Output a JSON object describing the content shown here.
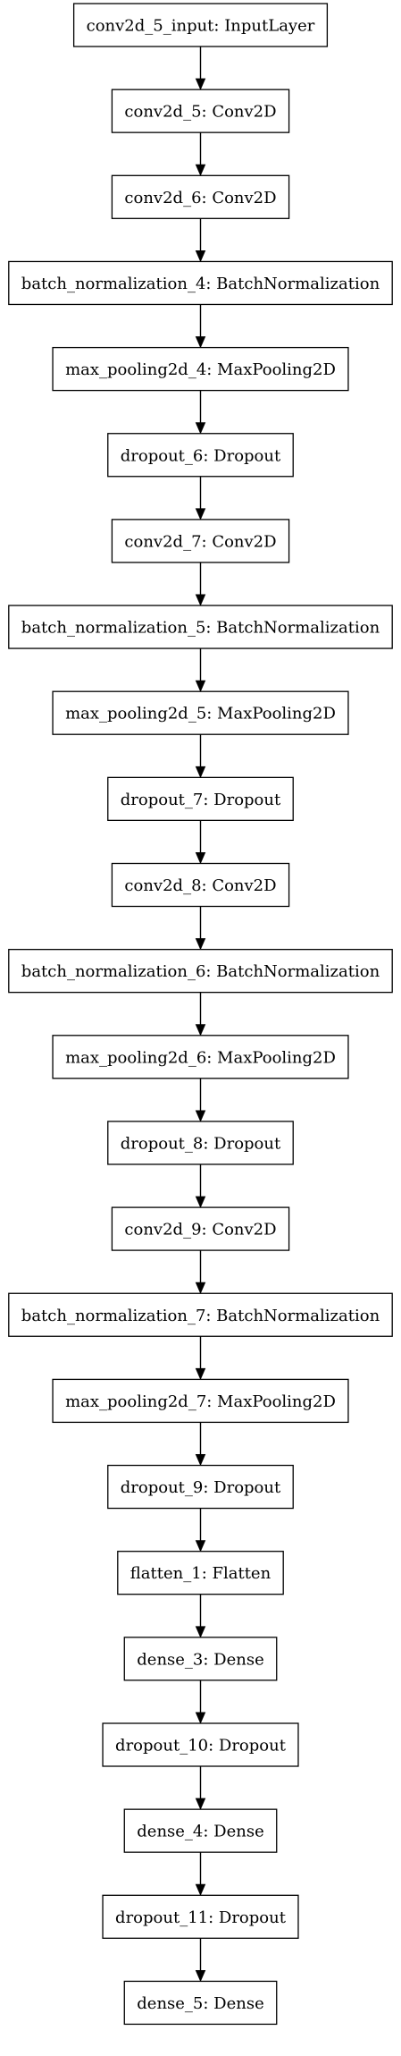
{
  "diagram": {
    "type": "flowchart",
    "direction": "top-to-bottom",
    "nodes": [
      {
        "id": "conv2d_5_input",
        "label": "conv2d_5_input: InputLayer"
      },
      {
        "id": "conv2d_5",
        "label": "conv2d_5: Conv2D"
      },
      {
        "id": "conv2d_6",
        "label": "conv2d_6: Conv2D"
      },
      {
        "id": "batch_normalization_4",
        "label": "batch_normalization_4: BatchNormalization"
      },
      {
        "id": "max_pooling2d_4",
        "label": "max_pooling2d_4: MaxPooling2D"
      },
      {
        "id": "dropout_6",
        "label": "dropout_6: Dropout"
      },
      {
        "id": "conv2d_7",
        "label": "conv2d_7: Conv2D"
      },
      {
        "id": "batch_normalization_5",
        "label": "batch_normalization_5: BatchNormalization"
      },
      {
        "id": "max_pooling2d_5",
        "label": "max_pooling2d_5: MaxPooling2D"
      },
      {
        "id": "dropout_7",
        "label": "dropout_7: Dropout"
      },
      {
        "id": "conv2d_8",
        "label": "conv2d_8: Conv2D"
      },
      {
        "id": "batch_normalization_6",
        "label": "batch_normalization_6: BatchNormalization"
      },
      {
        "id": "max_pooling2d_6",
        "label": "max_pooling2d_6: MaxPooling2D"
      },
      {
        "id": "dropout_8",
        "label": "dropout_8: Dropout"
      },
      {
        "id": "conv2d_9",
        "label": "conv2d_9: Conv2D"
      },
      {
        "id": "batch_normalization_7",
        "label": "batch_normalization_7: BatchNormalization"
      },
      {
        "id": "max_pooling2d_7",
        "label": "max_pooling2d_7: MaxPooling2D"
      },
      {
        "id": "dropout_9",
        "label": "dropout_9: Dropout"
      },
      {
        "id": "flatten_1",
        "label": "flatten_1: Flatten"
      },
      {
        "id": "dense_3",
        "label": "dense_3: Dense"
      },
      {
        "id": "dropout_10",
        "label": "dropout_10: Dropout"
      },
      {
        "id": "dense_4",
        "label": "dense_4: Dense"
      },
      {
        "id": "dropout_11",
        "label": "dropout_11: Dropout"
      },
      {
        "id": "dense_5",
        "label": "dense_5: Dense"
      }
    ],
    "colors": {
      "background": "#ffffff",
      "stroke": "#000000",
      "text": "#000000"
    }
  }
}
